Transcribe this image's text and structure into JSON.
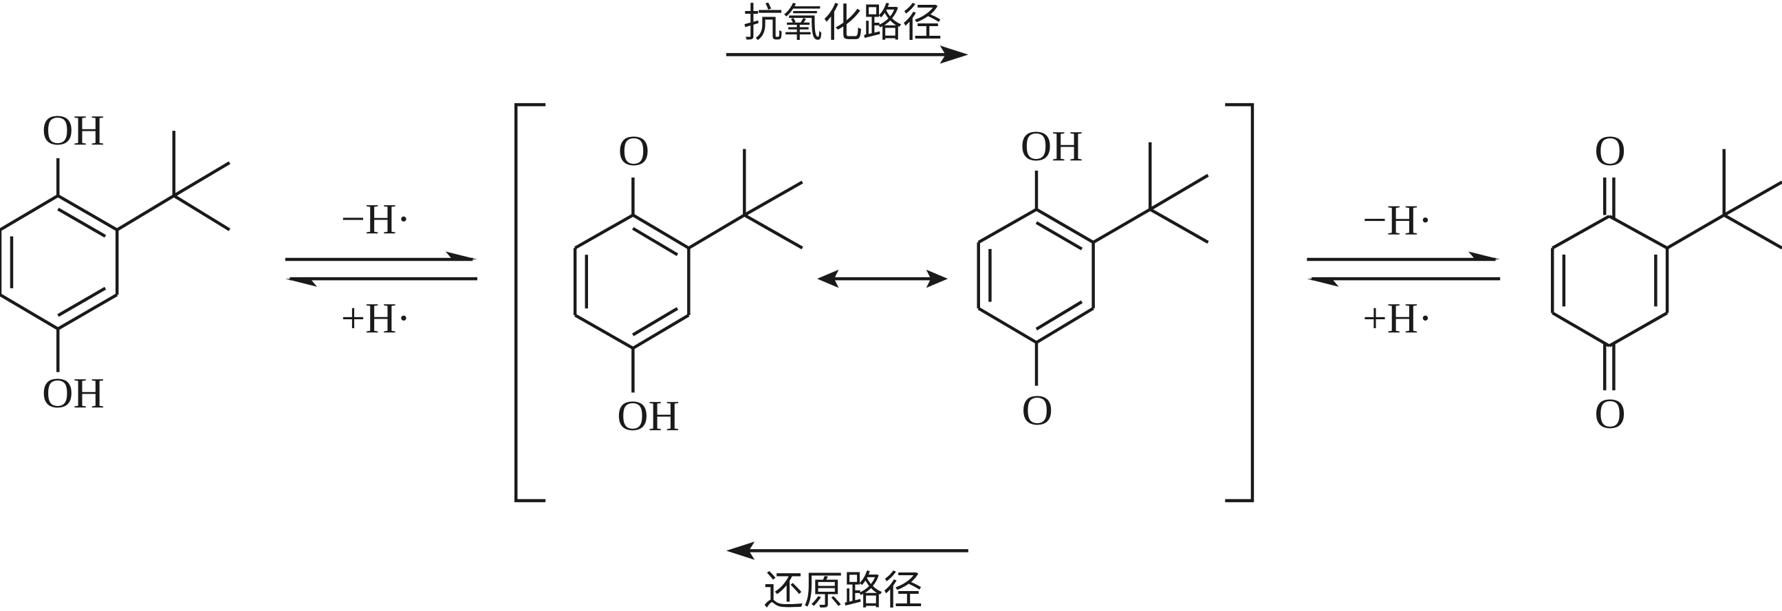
{
  "title": "antioxidant / reduction pathway of tert-butylhydroquinone",
  "pathways": {
    "oxidation_label": "抗氧化路径",
    "reduction_label": "还原路径"
  },
  "equilibria": [
    {
      "forward": "−H·",
      "reverse": "+H·"
    },
    {
      "forward": "−H·",
      "reverse": "+H·"
    }
  ],
  "molecules": [
    {
      "name": "tert-butylhydroquinone",
      "top": "OH",
      "bottom": "OH"
    },
    {
      "name": "semiquinone-radical-a",
      "top": "O",
      "bottom": "OH"
    },
    {
      "name": "semiquinone-radical-b",
      "top": "OH",
      "bottom": "O"
    },
    {
      "name": "tert-butylbenzoquinone",
      "top": "O",
      "bottom": "O"
    }
  ],
  "colors": {
    "ink": "#1a1a1a",
    "background": "#ffffff"
  }
}
